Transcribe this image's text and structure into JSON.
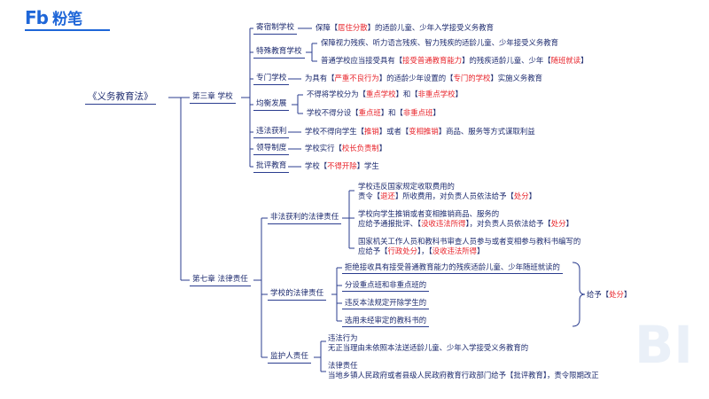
{
  "logo": {
    "mark": "Fb",
    "name": "粉笔"
  },
  "watermark": "BI",
  "root": "《义务教育法》",
  "chapter3": {
    "title": "第三章  学校",
    "boarding": {
      "label": "寄宿制学校",
      "pre": "保障【",
      "hl": "居住分散",
      "post": "】的适龄儿童、少年入学接受义务教育"
    },
    "special": {
      "label": "特殊教育学校",
      "item1": "保障视力残疾、听力语言残疾、智力残疾的适龄儿童、少年接受义务教育",
      "item2_pre": "普通学校应当接受具有【",
      "item2_hl": "接受普通教育能力",
      "item2_mid": "】的残疾适龄儿童、少年【",
      "item2_hl2": "随班就读",
      "item2_post": "】"
    },
    "specialized": {
      "label": "专门学校",
      "pre": "为具有【",
      "hl": "严重不良行为",
      "mid": "】的适龄少年设置的【",
      "hl2": "专门的学校",
      "post": "】实施义务教育"
    },
    "balanced": {
      "label": "均衡发展",
      "item1_pre": "不得将学校分为【",
      "item1_hl": "重点学校",
      "item1_mid": "】和【",
      "item1_hl2": "非重点学校",
      "item1_post": "】",
      "item2_pre": "学校不得分设【",
      "item2_hl": "重点班",
      "item2_mid": "】和【",
      "item2_hl2": "非重点班",
      "item2_post": "】"
    },
    "illegal_profit": {
      "label": "违法获利",
      "pre": "学校不得向学生【",
      "hl": "推销",
      "mid": "】或者【",
      "hl2": "变相推销",
      "post": "】商品、服务等方式谋取利益"
    },
    "leadership": {
      "label": "领导制度",
      "pre": "学校实行【",
      "hl": "校长负责制",
      "post": "】"
    },
    "criticism": {
      "label": "批评教育",
      "pre": "学校【",
      "hl": "不得开除",
      "post": "】学生"
    }
  },
  "chapter7": {
    "title": "第七章  法律责任",
    "illegal": {
      "label": "非法获利的法律责任",
      "a1": "学校违反国家规定收取费用的",
      "a2_pre": "责令【",
      "a2_hl": "退还",
      "a2_mid": "】所收费用，对负责人员依法给予【",
      "a2_hl2": "处分",
      "a2_post": "】",
      "b1": "学校向学生推销或者变相推销商品、服务的",
      "b2_pre": "应给予通报批评、【",
      "b2_hl": "没收违法所得",
      "b2_mid": "】，对负责人员依法给予【",
      "b2_hl2": "处分",
      "b2_post": "】",
      "c1": "国家机关工作人员和教科书审查人员参与或者变相参与教科书编写的",
      "c2_pre": "应给予【",
      "c2_hl": "行政处分",
      "c2_mid": "】，【",
      "c2_hl2": "没收违法所得",
      "c2_post": "】"
    },
    "school": {
      "label": "学校的法律责任",
      "items": [
        "拒绝接收具有接受普通教育能力的残疾适龄儿童、少年随班就读的",
        "分设重点班和非重点班的",
        "违反本法规定开除学生的",
        "选用未经审定的教科书的"
      ],
      "result_pre": "给予【",
      "result_hl": "处分",
      "result_post": "】"
    },
    "guardian": {
      "label": "监护人责任",
      "a1": "违法行为",
      "a2": "无正当理由未依照本法送适龄儿童、少年入学接受义务教育的",
      "b1": "法律责任",
      "b2": "当地乡镇人民政府或者县级人民政府教育行政部门给予【批评教育】，责令限期改正"
    }
  }
}
